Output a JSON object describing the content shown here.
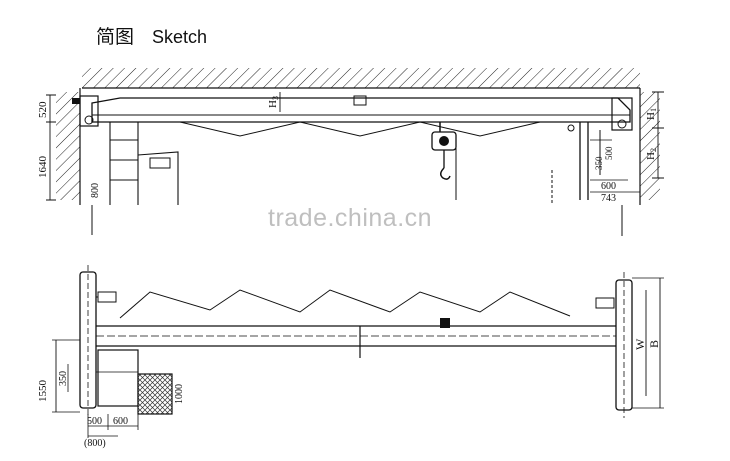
{
  "header": {
    "title_cn": "简图",
    "title_en": "Sketch"
  },
  "watermark": "trade.china.cn",
  "top_view_dims": {
    "d520": "520",
    "d1640": "1640",
    "d800": "800",
    "h3": "H",
    "h3_sub": "3",
    "h1": "H",
    "h1_sub": "1",
    "h2": "H",
    "h2_sub": "2",
    "d350": "350",
    "d500": "500",
    "d600": "600",
    "d743": "743"
  },
  "bottom_view_dims": {
    "d1550": "1550",
    "d350": "350",
    "d500": "500",
    "d600": "600",
    "d800": "(800)",
    "d1000": "1000",
    "w": "W",
    "b": "B"
  }
}
